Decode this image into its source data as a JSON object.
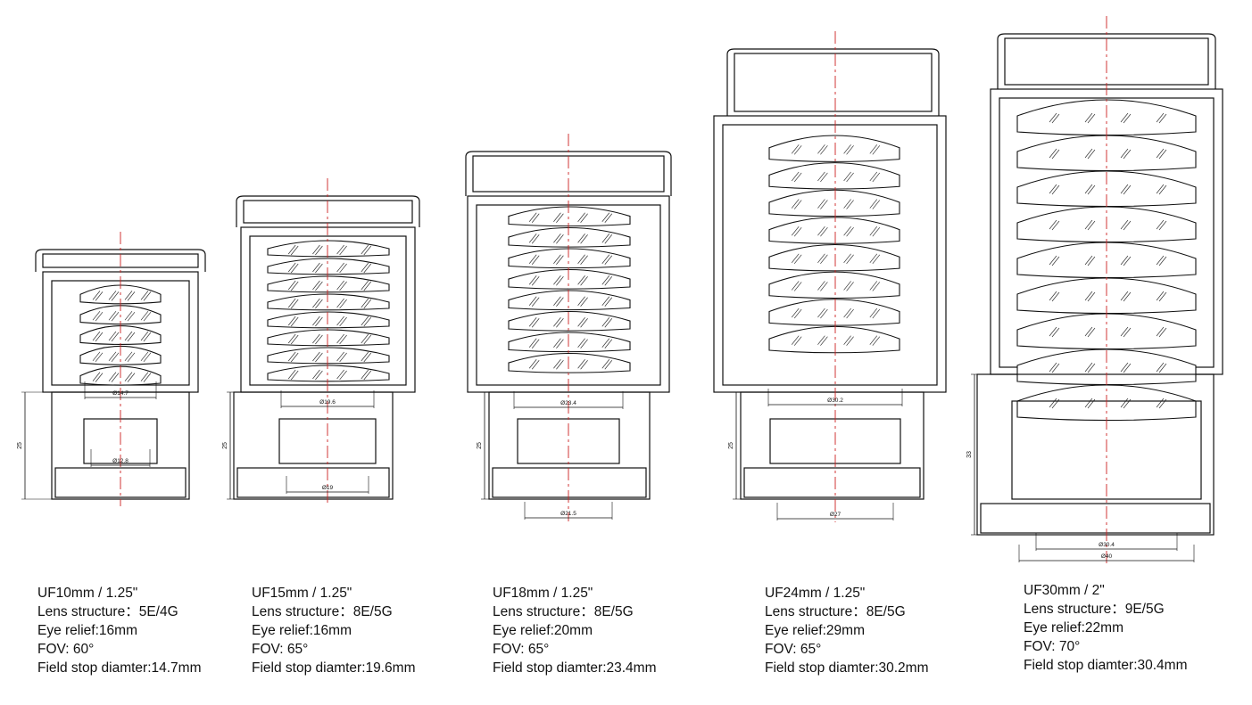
{
  "colors": {
    "line": "#111111",
    "centerline": "#cc2222",
    "hatch": "#333333"
  },
  "eyepieces": [
    {
      "title": "UF10mm / 1.25\"",
      "structure": "Lens structure：5E/4G",
      "eye_relief": "Eye relief:16mm",
      "fov": "FOV: 60°",
      "field_stop": "Field stop diamter:14.7mm",
      "dims": {
        "field_stop": "Ø14.7",
        "bottom": "Ø12.8",
        "height": "25"
      },
      "lens_count": 5
    },
    {
      "title": "UF15mm / 1.25\"",
      "structure": "Lens structure：8E/5G",
      "eye_relief": "Eye relief:16mm",
      "fov": "FOV: 65°",
      "field_stop": "Field stop diamter:19.6mm",
      "dims": {
        "field_stop": "Ø19.6",
        "bottom": "Ø19",
        "height": "25"
      },
      "lens_count": 8
    },
    {
      "title": "UF18mm / 1.25\"",
      "structure": "Lens structure：8E/5G",
      "eye_relief": "Eye relief:20mm",
      "fov": "FOV: 65°",
      "field_stop": "Field stop diamter:23.4mm",
      "dims": {
        "field_stop": "Ø23.4",
        "bottom": "Ø21.5",
        "height": "25"
      },
      "lens_count": 8
    },
    {
      "title": "UF24mm / 1.25\"",
      "structure": "Lens structure：8E/5G",
      "eye_relief": "Eye relief:29mm",
      "fov": "FOV: 65°",
      "field_stop": "Field stop diamter:30.2mm",
      "dims": {
        "field_stop": "Ø30.2",
        "bottom": "Ø27",
        "height": "25"
      },
      "lens_count": 8
    },
    {
      "title": "UF30mm / 2\"",
      "structure": "Lens structure：9E/5G",
      "eye_relief": "Eye relief:22mm",
      "fov": "FOV: 70°",
      "field_stop": "Field stop diamter:30.4mm",
      "dims": {
        "field_stop": "Ø30.4",
        "bottom": "Ø40",
        "height": "33"
      },
      "lens_count": 9
    }
  ]
}
